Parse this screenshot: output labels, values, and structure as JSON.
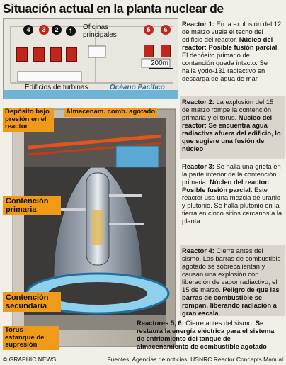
{
  "title": "Situación actual en la planta nuclear de Fukushima",
  "map": {
    "offices_label": "Oficinas principales",
    "scale_label": "200m",
    "turbines_label": "Edificios de turbinas",
    "ocean_label": "Océano Pacífico",
    "reactor_numbers": [
      "4",
      "3",
      "2",
      "1",
      "5",
      "6"
    ]
  },
  "diagram": {
    "labels": {
      "pressure_vessel": "Depósito bajo presión en el reactor",
      "fuel_storage": "Almacenam. comb. agotado",
      "primary_containment": "Contención primaria",
      "secondary_containment": "Contención secundaria",
      "torus": "Torus - estanque de supresión"
    }
  },
  "reactors": [
    {
      "lead": "Reactor 1:",
      "text": " En la explosión del 12 de marzo vuela el techo del edificio del reactor. ",
      "bold": "Núcleo del reactor: Posible fusión parcial",
      "tail": ". El depósito primario de contención queda intacto. Se halla yodo-131 radiactivo en descarga de agua de mar"
    },
    {
      "lead": "Reactor 2:",
      "text": " La explosión del 15 de marzo rompe la contención primaria y el torus. ",
      "bold": "Núcleo del reactor: Se encuentra agua radiactiva afuera del edificio, lo que sugiere una fusión de núcleo",
      "tail": ""
    },
    {
      "lead": "Reactor 3:",
      "text": " Se halla una grieta en la parte inferior de la contención primaria. ",
      "bold": "Núcleo del reactor: Posible fusión parcial.",
      "tail": " Este reactor usa una mezcla de uranio y plutonio. Se halla plutonio en la tierra en cinco sitios cercanos a la planta"
    },
    {
      "lead": "Reactor 4:",
      "text": " Cierre antes del sismo. Las barras de combustible agotado se sobrecalientan y causan una explosión con liberación de vapor radiactivo, el 15 de marzo. ",
      "bold": "Peligro de que las barras de combustible se rompan, liberando radiación a gran escala",
      "tail": ""
    },
    {
      "lead": "Reactores 5, 6:",
      "text": " Cierre antes del sismo. ",
      "bold": "Se restaura la energía eléctrica para el sistema de enfriamiento del tanque de almacenamiento de combustible agotado",
      "tail": ""
    }
  ],
  "footer": {
    "credit": "© GRAPHIC NEWS",
    "source": "Fuentes: Agencias de noticias, USNRC Reactor Concepts Manual"
  },
  "colors": {
    "accent": "#f19a18",
    "reactor_red": "#c0271c",
    "ocean": "#6fb4d6",
    "panel": "#d9d5cd"
  }
}
